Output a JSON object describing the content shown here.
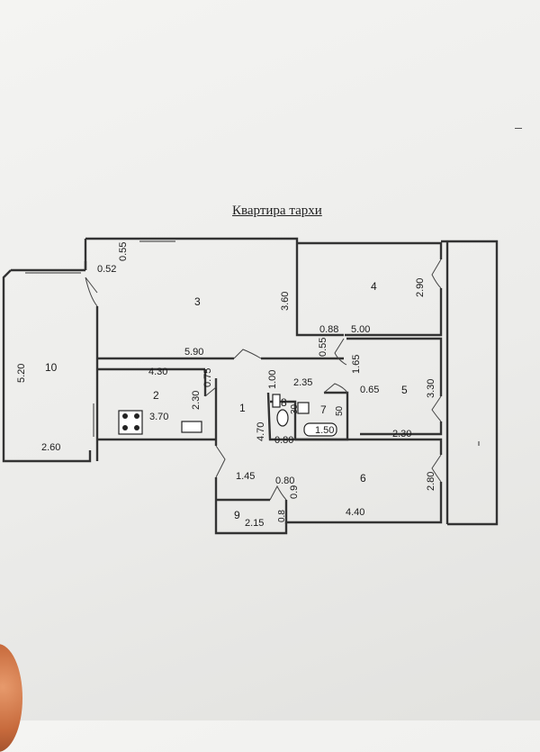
{
  "title": "Квартира тархи",
  "rooms": [
    {
      "id": "10",
      "label": "10"
    },
    {
      "id": "3",
      "label": "3"
    },
    {
      "id": "4",
      "label": "4"
    },
    {
      "id": "2",
      "label": "2"
    },
    {
      "id": "1",
      "label": "1"
    },
    {
      "id": "8",
      "label": "8"
    },
    {
      "id": "7",
      "label": "7"
    },
    {
      "id": "5",
      "label": "5"
    },
    {
      "id": "6",
      "label": "6"
    },
    {
      "id": "9",
      "label": "9"
    }
  ],
  "dimensions": {
    "d_0_55_top": "0.55",
    "d_0_52": "0.52",
    "d_3_60": "3.60",
    "d_2_90": "2.90",
    "d_0_88": "0.88",
    "d_5_00": "5.00",
    "d_0_55_mid": "0.55",
    "d_5_90": "5.90",
    "d_5_20": "5.20",
    "d_4_30": "4.30",
    "d_0_75": "0.75",
    "d_1_00": "1.00",
    "d_2_35": "2.35",
    "d_1_65": "1.65",
    "d_0_65": "0.65",
    "d_3_30": "3.30",
    "d_2_30_v": "2.30",
    "d_3_70": "3.70",
    "d_30": "30",
    "d_50": "50",
    "d_4_70": "4.70",
    "d_0_80_a": "0.80",
    "d_1_50": "1.50",
    "d_2_30_h": "2.30",
    "d_2_60": "2.60",
    "d_1_45": "1.45",
    "d_0_80_b": "0.80",
    "d_0_9": "0.9",
    "d_2_80": "2.80",
    "d_4_40": "4.40",
    "d_2_15": "2.15",
    "d_0_8": "0.8"
  }
}
